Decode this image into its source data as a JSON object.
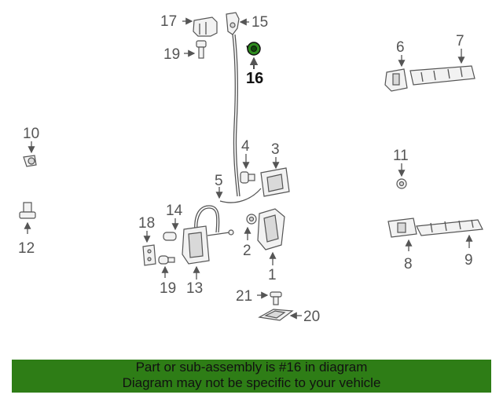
{
  "callouts": {
    "c1": "1",
    "c2": "2",
    "c3": "3",
    "c4": "4",
    "c5": "5",
    "c6": "6",
    "c7": "7",
    "c8": "8",
    "c9": "9",
    "c10": "10",
    "c11": "11",
    "c12": "12",
    "c13": "13",
    "c14": "14",
    "c15": "15",
    "c16": "16",
    "c17": "17",
    "c18": "18",
    "c19a": "19",
    "c19b": "19",
    "c20": "20",
    "c21": "21"
  },
  "highlight": {
    "part": "16",
    "color": "#2e8b1e"
  },
  "banner": {
    "line1": "Part or sub-assembly is #16 in diagram",
    "line2": "Diagram may not be specific to your vehicle",
    "color": "#2e7d16"
  }
}
